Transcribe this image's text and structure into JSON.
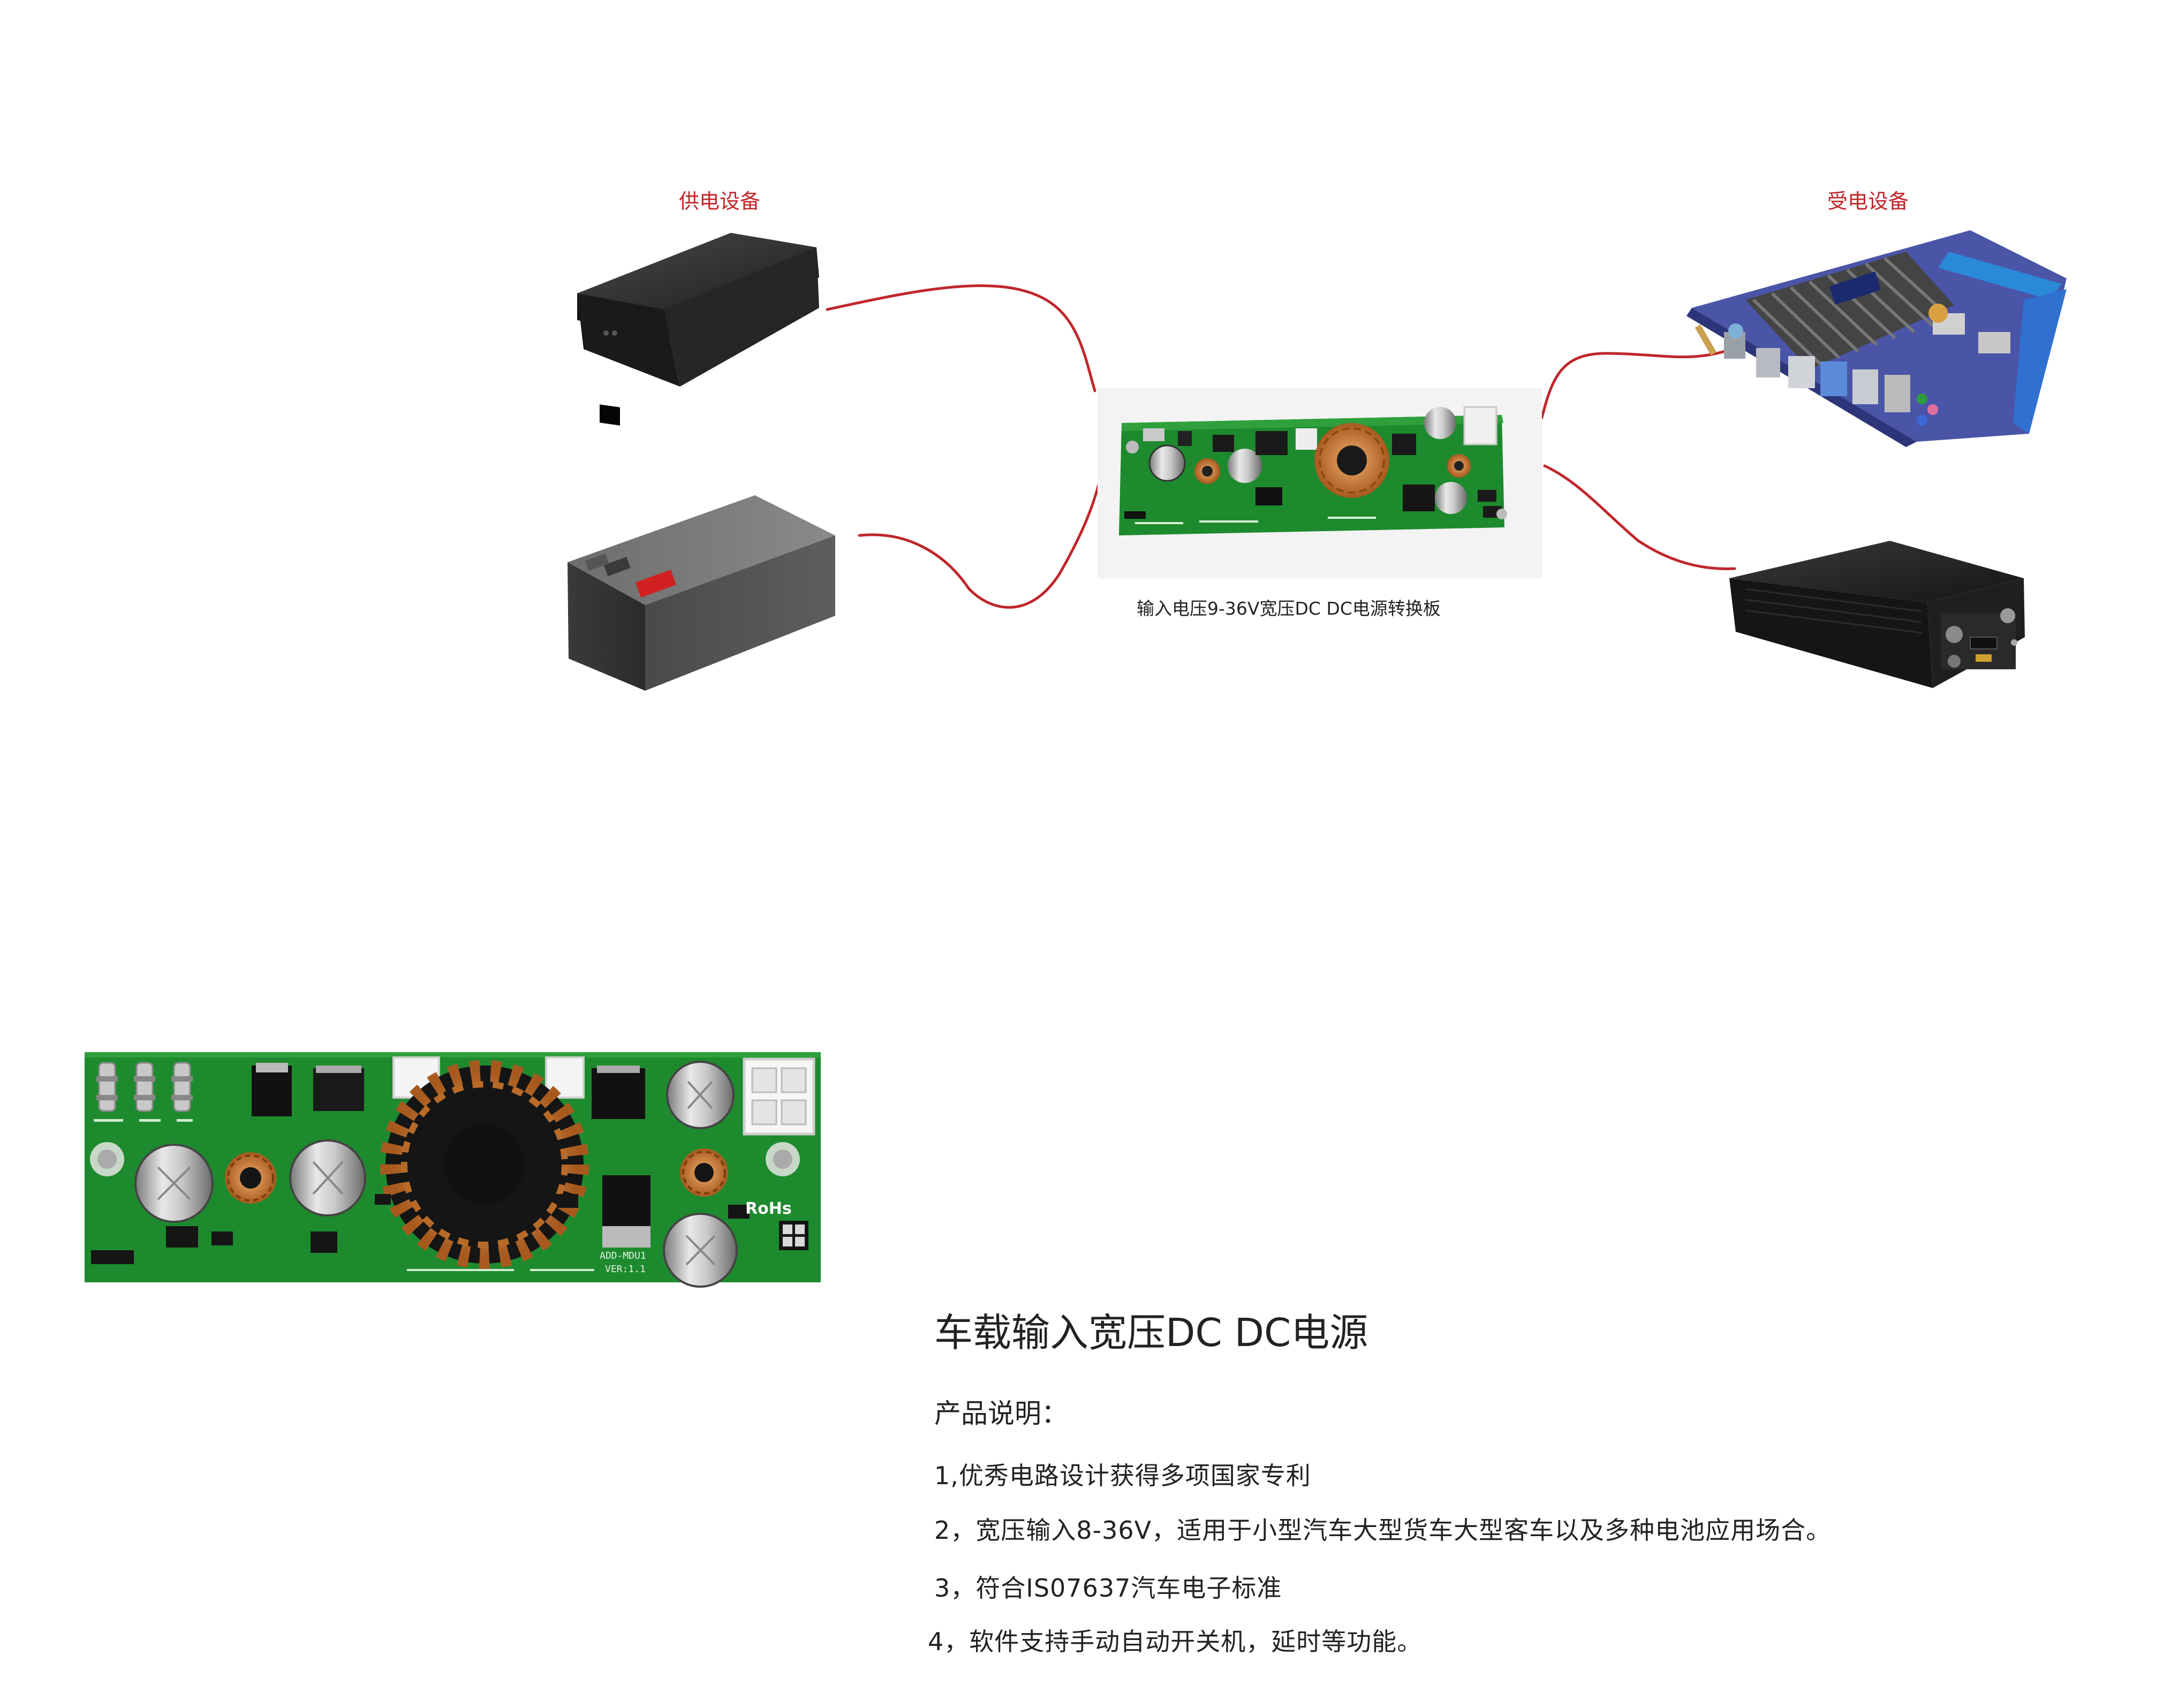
{
  "labels": {
    "supply": "供电设备",
    "receive": "受电设备",
    "board_caption": "输入电压9-36V宽压DC DC电源转换板"
  },
  "pcb_text": {
    "rohs": "RoHs",
    "model": "ADD-MDU1",
    "version": "VER:1.1"
  },
  "product": {
    "title": "车载输入宽压DC DC电源",
    "desc_heading": "产品说明：",
    "features": [
      "1,优秀电路设计获得多项国家专利",
      "2，宽压输入8-36V，适用于小型汽车大型货车大型客车以及多种电池应用场合。",
      "3，符合IS07637汽车电子标准",
      "4，软件支持手动自动开关机，延时等功能。"
    ]
  },
  "colors": {
    "wire": "#c0262a",
    "label": "#c0262a",
    "pcb": "#1e8a2e",
    "pcb_dark": "#146b22"
  },
  "icons": [
    "power-adapter-icon",
    "battery-icon",
    "pcb-board-icon",
    "motherboard-icon",
    "vehicle-dvr-box-icon"
  ]
}
